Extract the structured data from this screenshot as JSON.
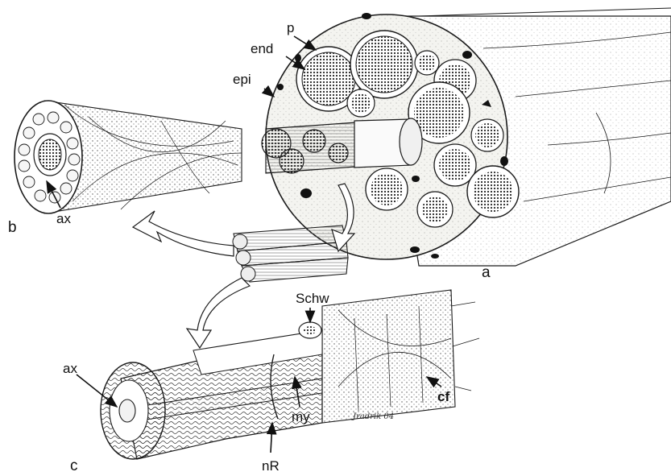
{
  "labels": {
    "panel_a": "a",
    "panel_b": "b",
    "panel_c": "c",
    "perineurium": "p",
    "endoneurium": "end",
    "epineurium": "epi",
    "axon_b": "ax",
    "axon_c": "ax",
    "schwann_cell": "Schw",
    "myelin": "my",
    "node_of_ranvier": "nR",
    "collagen_fibers": "cf"
  },
  "signature": "Jradrik 04"
}
